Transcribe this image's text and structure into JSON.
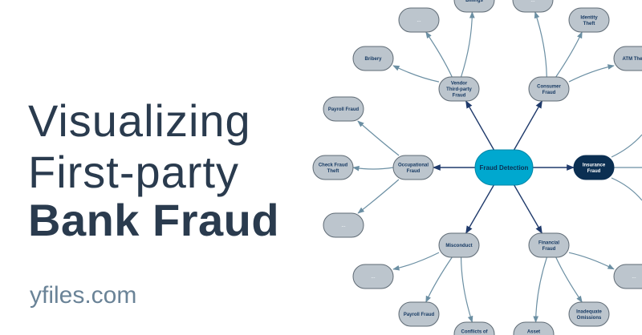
{
  "headline": {
    "line1": "Visualizing",
    "line2": "First-party",
    "line3": "Bank Fraud"
  },
  "site": "yfiles.com",
  "colors": {
    "text": "#2a3b4e",
    "site": "#6a8397",
    "root_fill": "#00a8cf",
    "insurance_fill": "#0b2f52",
    "node_fill": "#bcc5cd",
    "node_stroke": "#5e6a74",
    "node_text": "#173a63",
    "primary_edge": "#1f3a6b",
    "secondary_edge": "#6b8fa3"
  },
  "diagram": {
    "root": "Fraud Detection",
    "nodes": [
      {
        "id": "insurance",
        "label": "Insurance Fraud",
        "kind": "dark"
      },
      {
        "id": "vendor",
        "label": "Vendor Third-party Fraud"
      },
      {
        "id": "consumer",
        "label": "Consumer Fraud"
      },
      {
        "id": "occupational",
        "label": "Occupational Fraud"
      },
      {
        "id": "misconduct",
        "label": "Misconduct"
      },
      {
        "id": "financial",
        "label": "Financial Fraud"
      },
      {
        "id": "billings",
        "label": "Billings"
      },
      {
        "id": "v_more",
        "label": "..."
      },
      {
        "id": "bribery",
        "label": "Bribery"
      },
      {
        "id": "c_more",
        "label": "..."
      },
      {
        "id": "identity",
        "label": "Identity Theft"
      },
      {
        "id": "atm",
        "label": "ATM Theft"
      },
      {
        "id": "payroll1",
        "label": "Payroll Fraud"
      },
      {
        "id": "check",
        "label": "Check Fraud Theft"
      },
      {
        "id": "o_more",
        "label": "..."
      },
      {
        "id": "m_more",
        "label": "..."
      },
      {
        "id": "payroll2",
        "label": "Payroll Fraud"
      },
      {
        "id": "conflicts",
        "label": "Conflicts of Interest"
      },
      {
        "id": "asset",
        "label": "Asset Reversals"
      },
      {
        "id": "inadequate",
        "label": "Inadequate Omissions"
      },
      {
        "id": "f_more",
        "label": "..."
      }
    ],
    "edges": [
      [
        "root",
        "vendor"
      ],
      [
        "root",
        "consumer"
      ],
      [
        "root",
        "occupational"
      ],
      [
        "root",
        "misconduct"
      ],
      [
        "root",
        "financial"
      ],
      [
        "root",
        "insurance"
      ],
      [
        "vendor",
        "billings"
      ],
      [
        "vendor",
        "v_more"
      ],
      [
        "vendor",
        "bribery"
      ],
      [
        "consumer",
        "c_more"
      ],
      [
        "consumer",
        "identity"
      ],
      [
        "consumer",
        "atm"
      ],
      [
        "occupational",
        "payroll1"
      ],
      [
        "occupational",
        "check"
      ],
      [
        "occupational",
        "o_more"
      ],
      [
        "misconduct",
        "m_more"
      ],
      [
        "misconduct",
        "payroll2"
      ],
      [
        "misconduct",
        "conflicts"
      ],
      [
        "financial",
        "asset"
      ],
      [
        "financial",
        "inadequate"
      ],
      [
        "financial",
        "f_more"
      ]
    ]
  }
}
